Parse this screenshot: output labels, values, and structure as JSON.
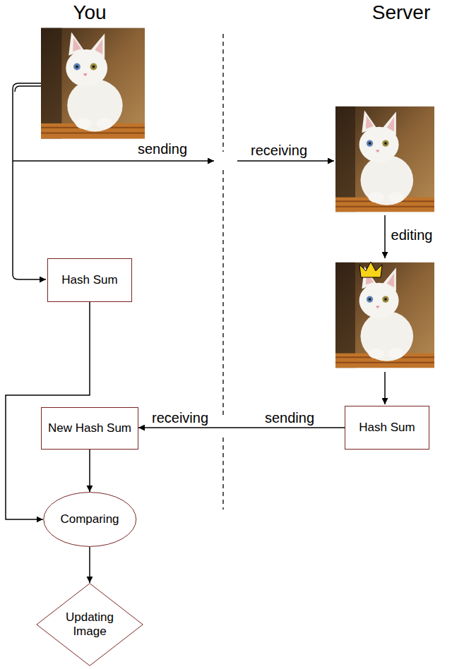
{
  "diagram": {
    "nodes": [
      {
        "text": [
          "Hash Sum"
        ]
      },
      {
        "text": [
          "New Hash Sum"
        ]
      },
      {
        "text": [
          "Hash Sum"
        ]
      },
      {
        "text": [
          "Comparing"
        ]
      },
      {
        "text": [
          "Updating Image"
        ]
      }
    ],
    "edges": [
      {
        "from": 0,
        "to": 3,
        "arrow": "to"
      },
      {
        "from": 2,
        "to": 1,
        "arrow": "to"
      },
      {
        "from": 1,
        "to": 3,
        "arrow": "to"
      },
      {
        "from": 3,
        "to": 4,
        "arrow": "to"
      }
    ],
    "labels": [
      "You",
      "Server",
      "sending",
      "receiving",
      "editing",
      "receiving",
      "sending"
    ]
  }
}
